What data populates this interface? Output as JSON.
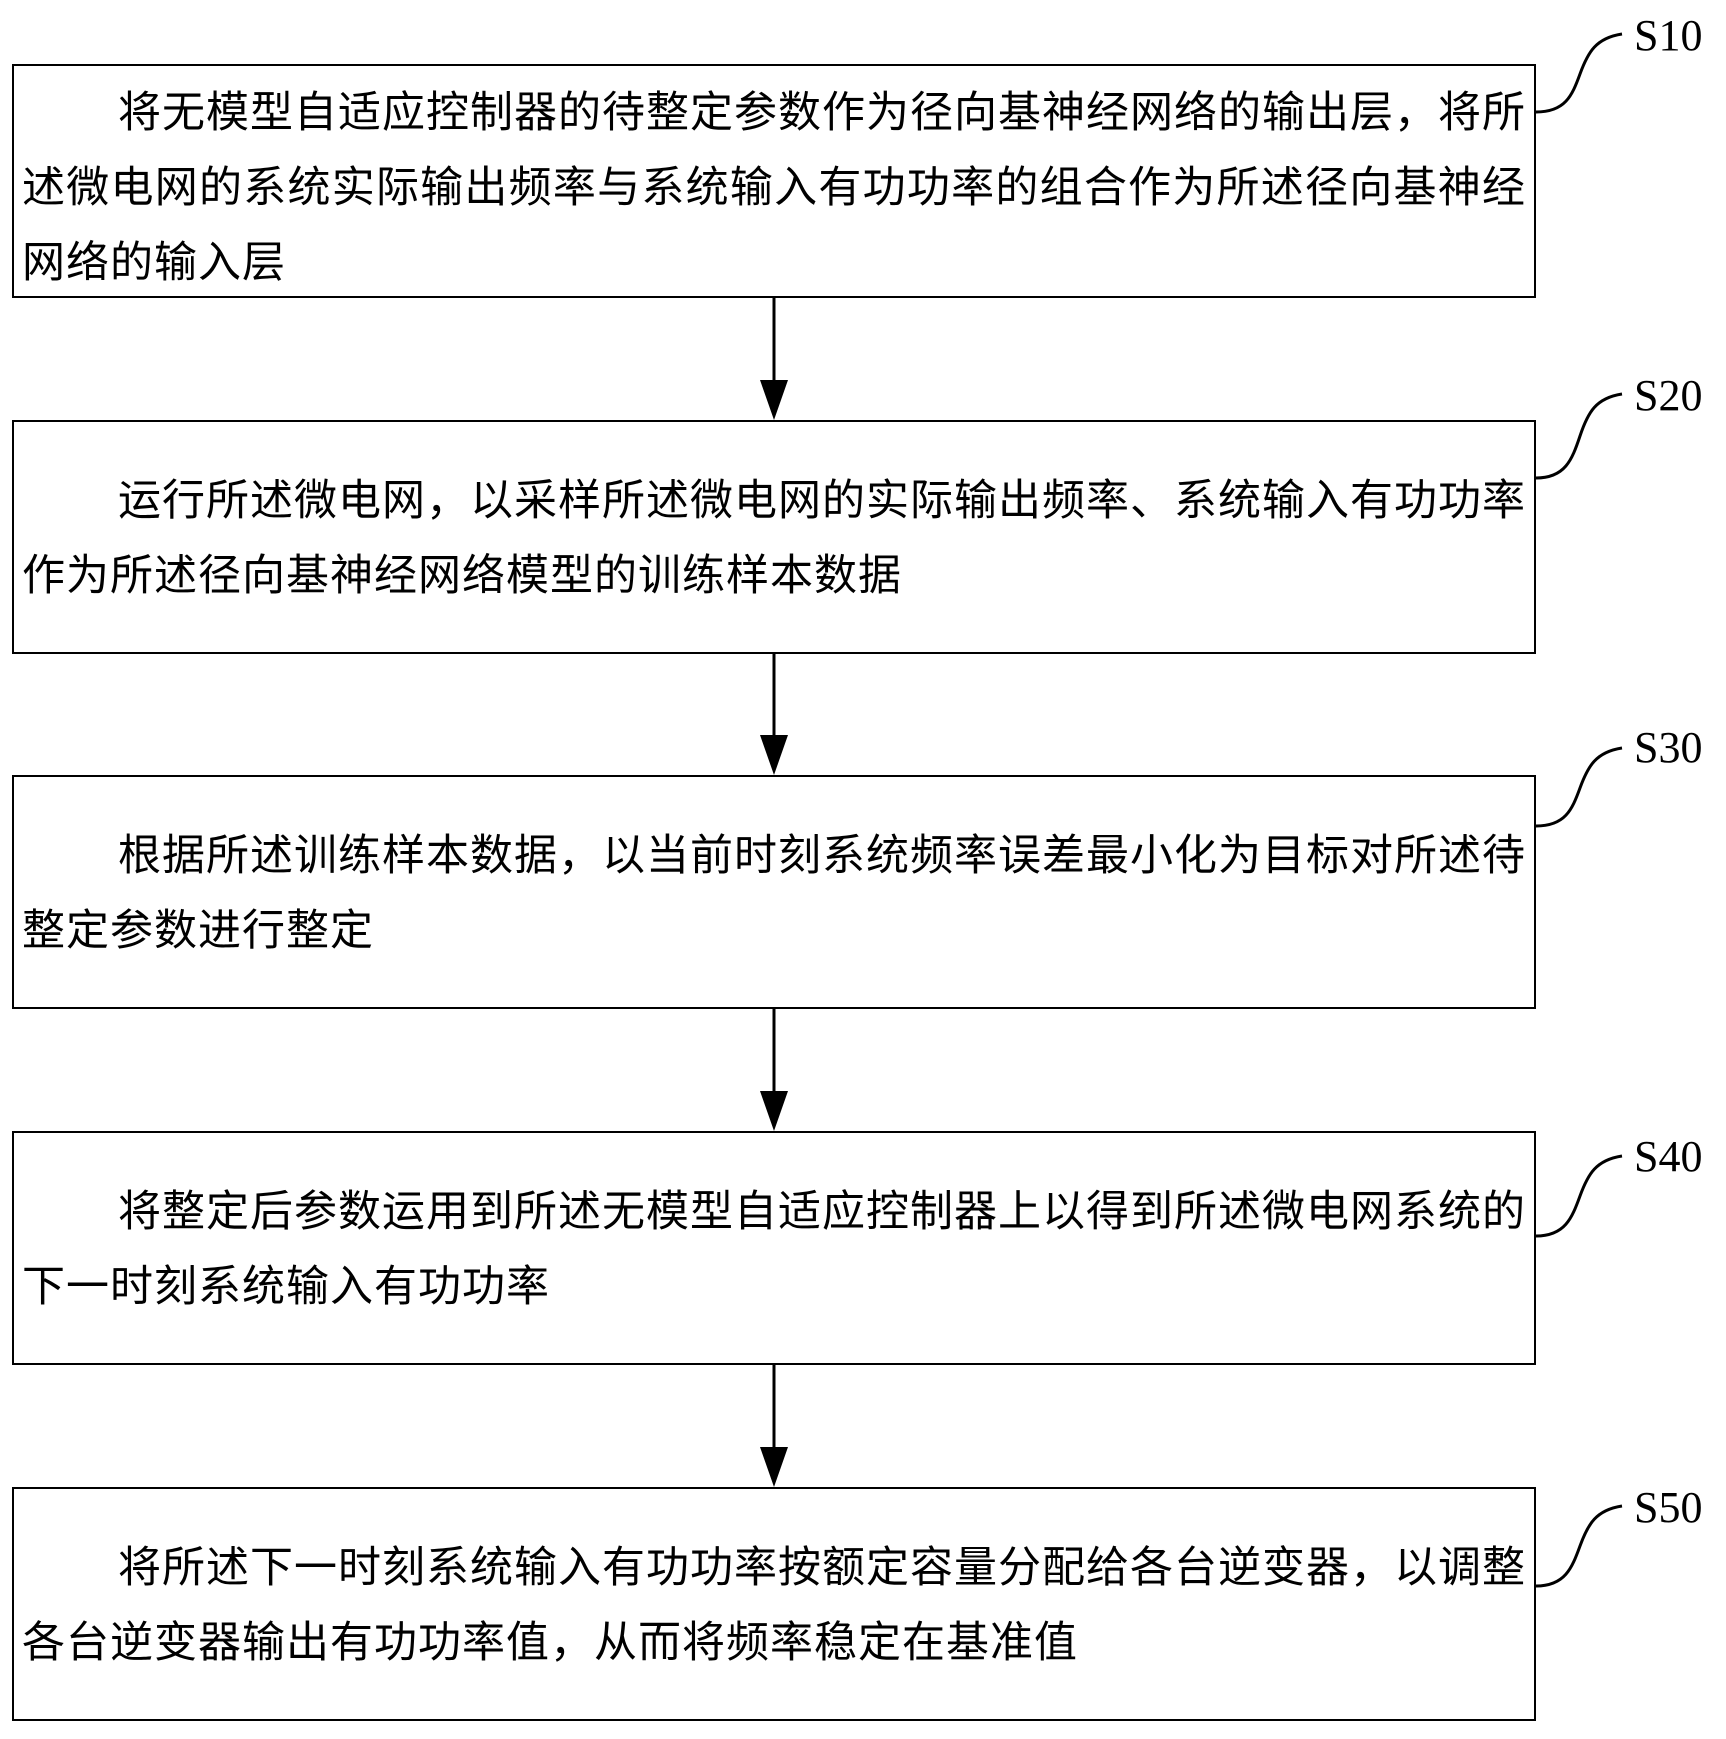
{
  "steps": [
    {
      "label": "S10",
      "text": "将无模型自适应控制器的待整定参数作为径向基神经网络的输出层，将所述微电网的系统实际输出频率与系统输入有功功率的组合作为所述径向基神经网络的输入层"
    },
    {
      "label": "S20",
      "text": "运行所述微电网，以采样所述微电网的实际输出频率、系统输入有功功率作为所述径向基神经网络模型的训练样本数据"
    },
    {
      "label": "S30",
      "text": "根据所述训练样本数据，以当前时刻系统频率误差最小化为目标对所述待整定参数进行整定"
    },
    {
      "label": "S40",
      "text": "将整定后参数运用到所述无模型自适应控制器上以得到所述微电网系统的下一时刻系统输入有功功率"
    },
    {
      "label": "S50",
      "text": "将所述下一时刻系统输入有功功率按额定容量分配给各台逆变器，以调整各台逆变器输出有功功率值，从而将频率稳定在基准值"
    }
  ]
}
